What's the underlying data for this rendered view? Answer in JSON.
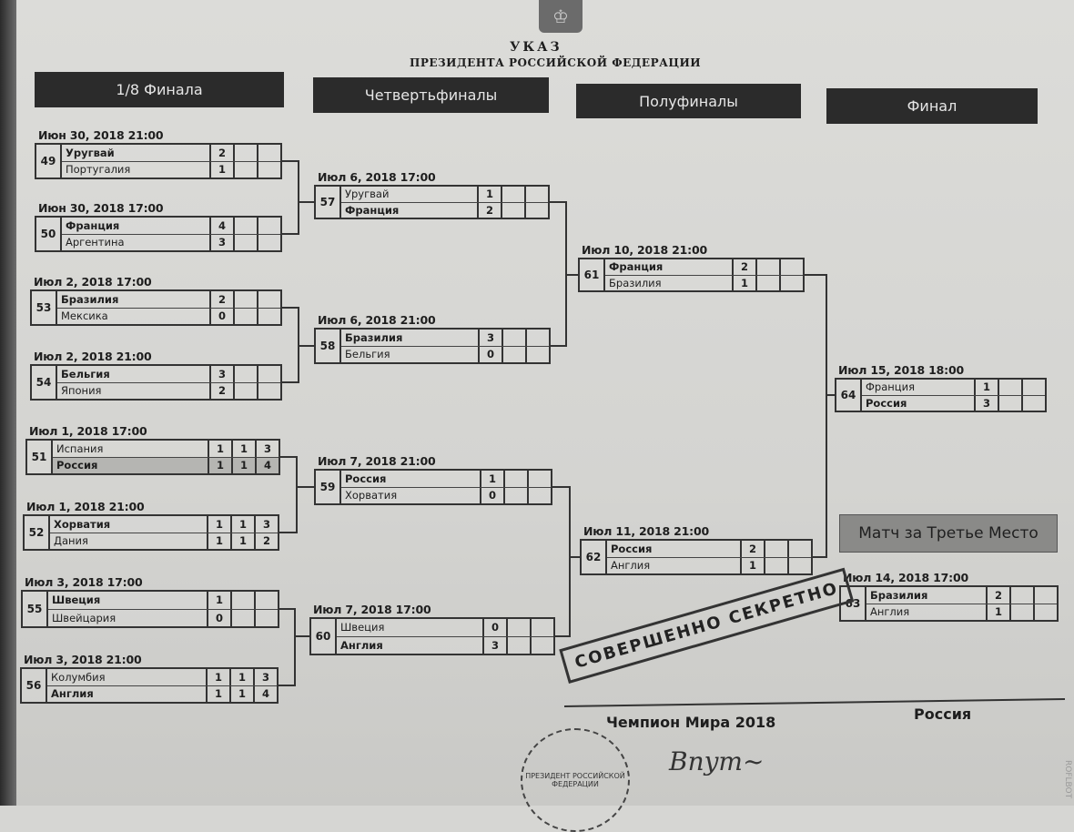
{
  "document": {
    "title": "УКАЗ",
    "subtitle": "ПРЕЗИДЕНТА РОССИЙСКОЙ ФЕДЕРАЦИИ",
    "emblem_icon": "double-headed-eagle",
    "stamp": "СОВЕРШЕННО СЕКРЕТНО",
    "champion_label": "Чемпион Мира 2018",
    "champion_value": "Россия",
    "seal_text": "ПРЕЗИДЕНТ РОССИЙСКОЙ ФЕДЕРАЦИИ",
    "watermark": "ROFLBOT"
  },
  "headers": {
    "r16": "1/8 Финала",
    "qf": "Четвертьфиналы",
    "sf": "Полуфиналы",
    "final": "Финал",
    "third": "Матч за Третье Место"
  },
  "matches": [
    {
      "id": "49",
      "date": "Июн 30, 2018   21:00",
      "teams": [
        {
          "name": "Уругвай",
          "bold": true,
          "scores": [
            "2",
            "",
            ""
          ]
        },
        {
          "name": "Португалия",
          "bold": false,
          "scores": [
            "1",
            "",
            ""
          ]
        }
      ]
    },
    {
      "id": "50",
      "date": "Июн 30, 2018   17:00",
      "teams": [
        {
          "name": "Франция",
          "bold": true,
          "scores": [
            "4",
            "",
            ""
          ]
        },
        {
          "name": "Аргентина",
          "bold": false,
          "scores": [
            "3",
            "",
            ""
          ]
        }
      ]
    },
    {
      "id": "53",
      "date": "Июл 2, 2018   17:00",
      "teams": [
        {
          "name": "Бразилия",
          "bold": true,
          "scores": [
            "2",
            "",
            ""
          ]
        },
        {
          "name": "Мексика",
          "bold": false,
          "scores": [
            "0",
            "",
            ""
          ]
        }
      ]
    },
    {
      "id": "54",
      "date": "Июл 2, 2018   21:00",
      "teams": [
        {
          "name": "Бельгия",
          "bold": true,
          "scores": [
            "3",
            "",
            ""
          ]
        },
        {
          "name": "Япония",
          "bold": false,
          "scores": [
            "2",
            "",
            ""
          ]
        }
      ]
    },
    {
      "id": "51",
      "date": "Июл 1, 2018   17:00",
      "teams": [
        {
          "name": "Испания",
          "bold": false,
          "scores": [
            "1",
            "1",
            "3"
          ]
        },
        {
          "name": "Россия",
          "bold": true,
          "shade": true,
          "scores": [
            "1",
            "1",
            "4"
          ]
        }
      ]
    },
    {
      "id": "52",
      "date": "Июл 1, 2018   21:00",
      "teams": [
        {
          "name": "Хорватия",
          "bold": true,
          "scores": [
            "1",
            "1",
            "3"
          ]
        },
        {
          "name": "Дания",
          "bold": false,
          "scores": [
            "1",
            "1",
            "2"
          ]
        }
      ]
    },
    {
      "id": "55",
      "date": "Июл 3, 2018   17:00",
      "teams": [
        {
          "name": "Швеция",
          "bold": true,
          "scores": [
            "1",
            "",
            ""
          ]
        },
        {
          "name": "Швейцария",
          "bold": false,
          "scores": [
            "0",
            "",
            ""
          ]
        }
      ]
    },
    {
      "id": "56",
      "date": "Июл 3, 2018   21:00",
      "teams": [
        {
          "name": "Колумбия",
          "bold": false,
          "scores": [
            "1",
            "1",
            "3"
          ]
        },
        {
          "name": "Англия",
          "bold": true,
          "scores": [
            "1",
            "1",
            "4"
          ]
        }
      ]
    },
    {
      "id": "57",
      "date": "Июл 6, 2018   17:00",
      "teams": [
        {
          "name": "Уругвай",
          "bold": false,
          "scores": [
            "1",
            "",
            ""
          ]
        },
        {
          "name": "Франция",
          "bold": true,
          "scores": [
            "2",
            "",
            ""
          ]
        }
      ]
    },
    {
      "id": "58",
      "date": "Июл 6, 2018   21:00",
      "teams": [
        {
          "name": "Бразилия",
          "bold": true,
          "scores": [
            "3",
            "",
            ""
          ]
        },
        {
          "name": "Бельгия",
          "bold": false,
          "scores": [
            "0",
            "",
            ""
          ]
        }
      ]
    },
    {
      "id": "59",
      "date": "Июл 7, 2018   21:00",
      "teams": [
        {
          "name": "Россия",
          "bold": true,
          "scores": [
            "1",
            "",
            ""
          ]
        },
        {
          "name": "Хорватия",
          "bold": false,
          "scores": [
            "0",
            "",
            ""
          ]
        }
      ]
    },
    {
      "id": "60",
      "date": "Июл 7, 2018   17:00",
      "teams": [
        {
          "name": "Швеция",
          "bold": false,
          "scores": [
            "0",
            "",
            ""
          ]
        },
        {
          "name": "Англия",
          "bold": true,
          "scores": [
            "3",
            "",
            ""
          ]
        }
      ]
    },
    {
      "id": "61",
      "date": "Июл 10, 2018   21:00",
      "teams": [
        {
          "name": "Франция",
          "bold": true,
          "scores": [
            "2",
            "",
            ""
          ]
        },
        {
          "name": "Бразилия",
          "bold": false,
          "scores": [
            "1",
            "",
            ""
          ]
        }
      ]
    },
    {
      "id": "62",
      "date": "Июл 11, 2018   21:00",
      "teams": [
        {
          "name": "Россия",
          "bold": true,
          "scores": [
            "2",
            "",
            ""
          ]
        },
        {
          "name": "Англия",
          "bold": false,
          "scores": [
            "1",
            "",
            ""
          ]
        }
      ]
    },
    {
      "id": "64",
      "date": "Июл 15, 2018   18:00",
      "teams": [
        {
          "name": "Франция",
          "bold": false,
          "scores": [
            "1",
            "",
            ""
          ]
        },
        {
          "name": "Россия",
          "bold": true,
          "scores": [
            "3",
            "",
            ""
          ]
        }
      ]
    },
    {
      "id": "63",
      "date": "Июл 14, 2018   17:00",
      "teams": [
        {
          "name": "Бразилия",
          "bold": true,
          "scores": [
            "2",
            "",
            ""
          ]
        },
        {
          "name": "Англия",
          "bold": false,
          "scores": [
            "1",
            "",
            ""
          ]
        }
      ]
    }
  ]
}
